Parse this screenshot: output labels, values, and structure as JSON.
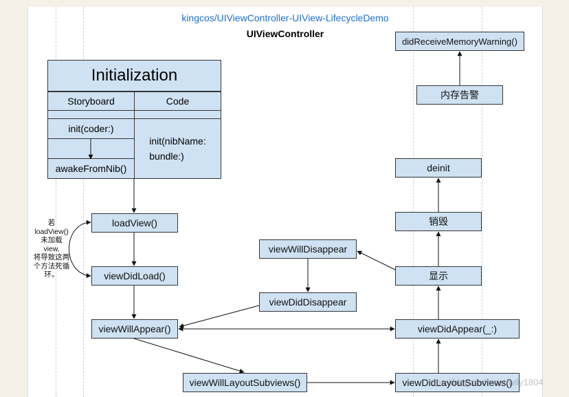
{
  "header": {
    "link": "kingcos/UIViewController-UIView-LifecycleDemo",
    "title": "UIViewController"
  },
  "init_table": {
    "title": "Initialization",
    "col_storyboard": "Storyboard",
    "col_code": "Code",
    "init_coder": "init(coder:)",
    "awake": "awakeFromNib()",
    "init_nib": "init(nibName:\nbundle:)"
  },
  "nodes": {
    "load_view": "loadView()",
    "view_did_load": "viewDidLoad()",
    "view_will_appear": "viewWillAppear()",
    "view_will_layout": "viewWillLayoutSubviews()",
    "view_did_layout": "viewDidLayoutSubviews()",
    "view_did_appear": "viewDidAppear(_:)",
    "view_will_disappear": "viewWillDisappear",
    "view_did_disappear": "viewDidDisappear",
    "display": "显示",
    "destroy": "销毁",
    "deinit": "deinit",
    "memory_warning": "内存告警",
    "did_receive_memory_warning": "didReceiveMemoryWarning()"
  },
  "note": "若\nloadView()\n未加载\nview,\n将导致这两\n个方法死循\n环。",
  "watermark": "https://blog.csdn.net/wlly1804",
  "colors": {
    "node_fill": "#cfe2f3",
    "link": "#1f6fd1",
    "stroke": "#333333"
  }
}
